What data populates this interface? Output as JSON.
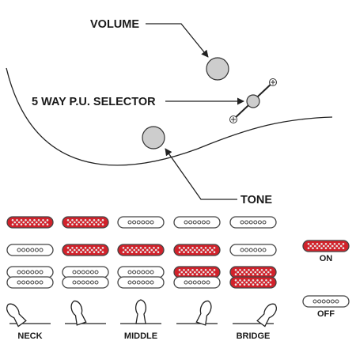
{
  "colors": {
    "on_fill": "#d2222b",
    "off_fill": "#ffffff",
    "outline": "#444444",
    "knob": "#cdcdcd",
    "text": "#1a1a1a"
  },
  "callouts": {
    "volume": "VOLUME",
    "selector": "5 WAY P.U. SELECTOR",
    "tone": "TONE"
  },
  "legend": {
    "on": "ON",
    "off": "OFF"
  },
  "positions": [
    {
      "label": "NECK",
      "neck": "on",
      "middle": "off",
      "bridge": [
        "off",
        "off"
      ],
      "lever": "back"
    },
    {
      "label": "",
      "neck": "on",
      "middle": "on",
      "bridge": [
        "off",
        "off"
      ],
      "lever": "back-mid"
    },
    {
      "label": "MIDDLE",
      "neck": "off",
      "middle": "on",
      "bridge": [
        "off",
        "off"
      ],
      "lever": "center"
    },
    {
      "label": "",
      "neck": "off",
      "middle": "on",
      "bridge": [
        "on",
        "off"
      ],
      "lever": "fwd-mid"
    },
    {
      "label": "BRIDGE",
      "neck": "off",
      "middle": "off",
      "bridge": [
        "on",
        "on"
      ],
      "lever": "fwd"
    }
  ]
}
